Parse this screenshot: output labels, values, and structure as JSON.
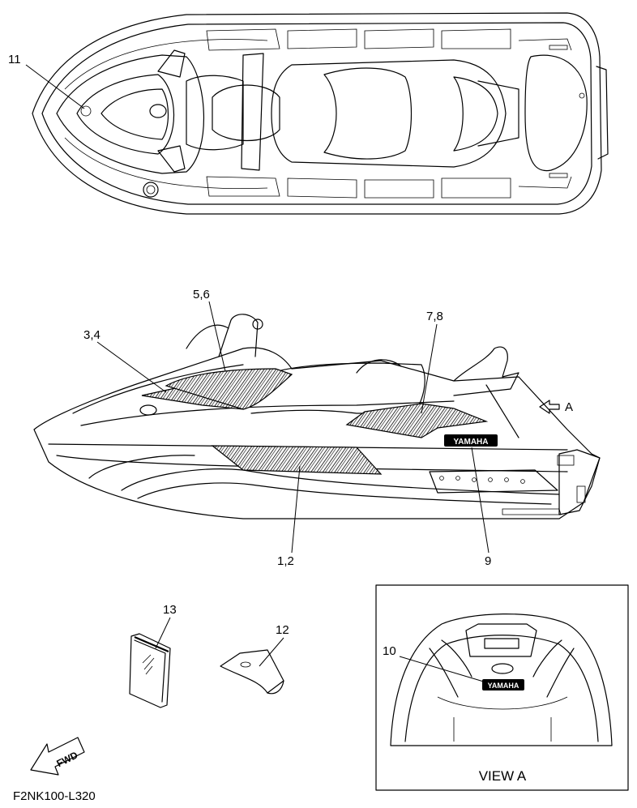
{
  "callouts": {
    "c11": "11",
    "c56": "5,6",
    "c34": "3,4",
    "c78": "7,8",
    "c12": "1,2",
    "c9": "9",
    "c13": "13",
    "c12b": "12",
    "c10": "10"
  },
  "arrow_view_label": "A",
  "view_title": "VIEW A",
  "fwd_label": "FWD",
  "logo_text": "YAMAHA",
  "drawing_code": "F2NK100-L320"
}
